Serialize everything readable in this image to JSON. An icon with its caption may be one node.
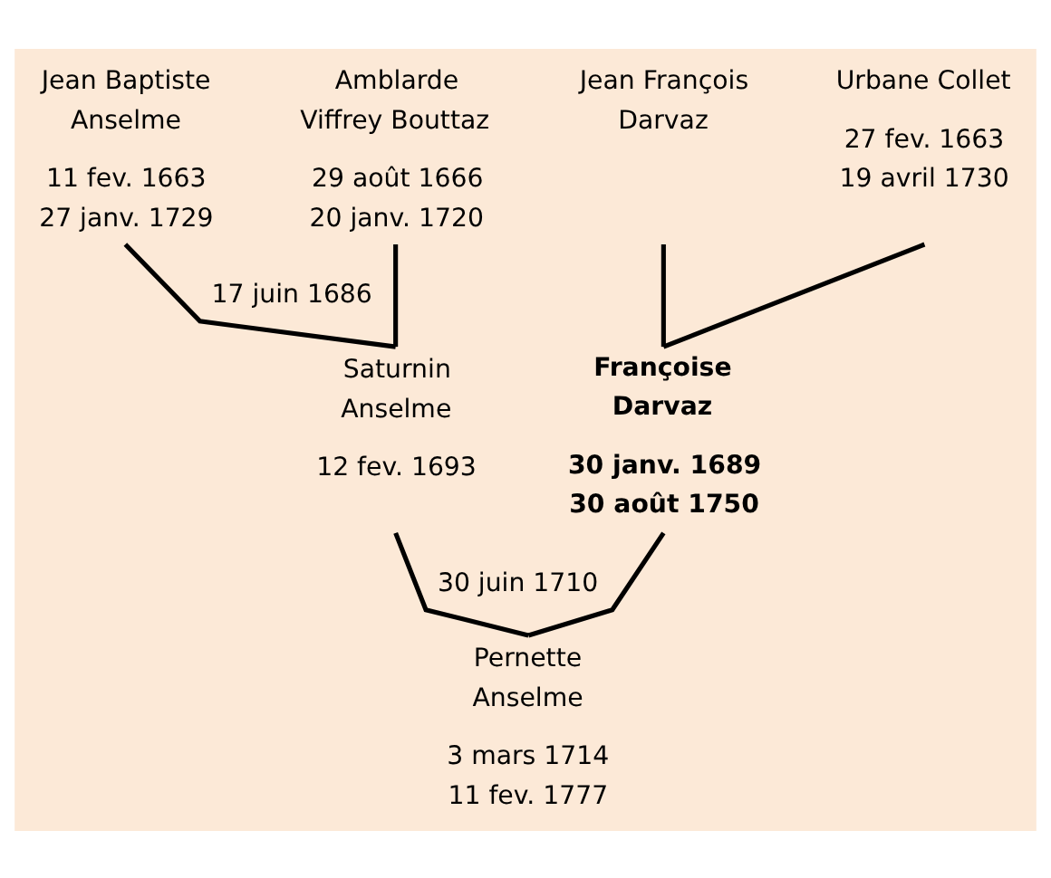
{
  "diagram": {
    "nodes": [
      {
        "text": [
          "Jean Baptiste Anselme",
          "11 fev. 1663 27 janv. 1729"
        ]
      },
      {
        "text": [
          "Amblarde Viffrey Bouttaz",
          "29 août 1666 20 janv. 1720"
        ]
      },
      {
        "text": [
          "Jean François Darvaz"
        ]
      },
      {
        "text": [
          "Urbane Collet",
          "27 fev. 1663 19 avril 1730"
        ]
      },
      {
        "text": [
          "Saturnin Anselme",
          "12 fev. 1693"
        ]
      },
      {
        "text": [
          "Françoise Darvaz",
          "30 janv. 1689 30 août 1750"
        ]
      },
      {
        "text": [
          "Pernette Anselme",
          "3 mars 1714 11 fev. 1777"
        ]
      }
    ],
    "edges": [
      {
        "from": 0,
        "to": 4,
        "arrow": "none",
        "label": "17 juin 1686"
      },
      {
        "from": 1,
        "to": 4,
        "arrow": "none"
      },
      {
        "from": 2,
        "to": 5,
        "arrow": "none"
      },
      {
        "from": 3,
        "to": 5,
        "arrow": "none"
      },
      {
        "from": 4,
        "to": 6,
        "arrow": "none",
        "label": "30 juin 1710"
      },
      {
        "from": 5,
        "to": 6,
        "arrow": "none"
      }
    ]
  }
}
